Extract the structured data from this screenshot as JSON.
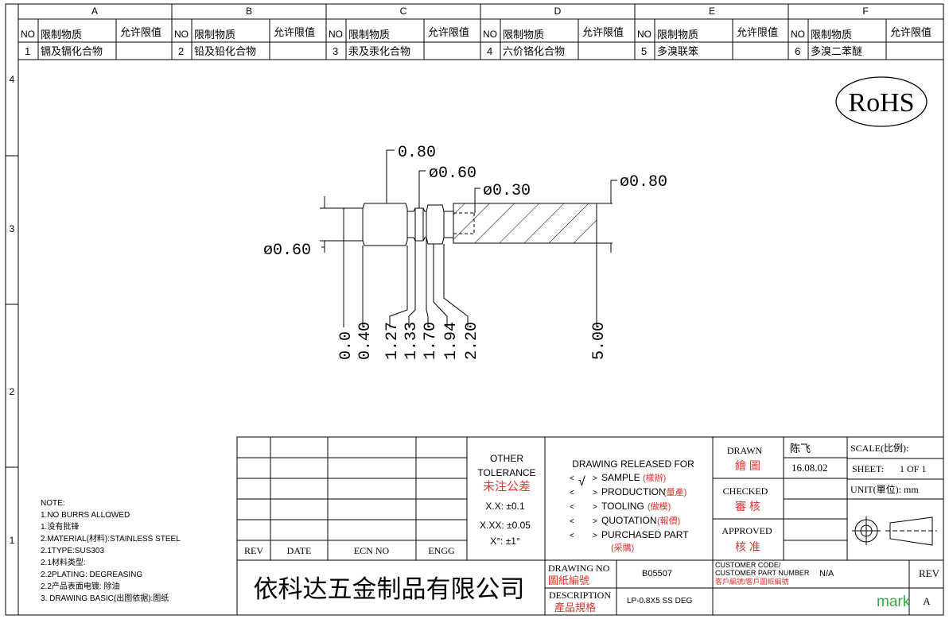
{
  "zones": {
    "columns": [
      "A",
      "B",
      "C",
      "D",
      "E",
      "F"
    ],
    "rows": [
      "4",
      "3",
      "2",
      "1"
    ]
  },
  "restricted_table": {
    "headers": {
      "no": "NO",
      "substance": "限制物质",
      "limit": "允许限值"
    },
    "items": [
      {
        "no": "1",
        "substance": "镉及镉化合物"
      },
      {
        "no": "2",
        "substance": "铅及铅化合物"
      },
      {
        "no": "3",
        "substance": "汞及汞化合物"
      },
      {
        "no": "4",
        "substance": "六价铬化合物"
      },
      {
        "no": "5",
        "substance": "多溴联笨"
      },
      {
        "no": "6",
        "substance": "多溴二苯醚"
      }
    ]
  },
  "rohs_mark": "RoHS",
  "dimensions": {
    "head_length": "0.80",
    "neck_dia": "ø0.60",
    "groove_dia": "ø0.30",
    "body_dia": "ø0.80",
    "tip_dia": "ø0.60",
    "ordinates": [
      "0.0",
      "0.40",
      "1.27",
      "1.33",
      "1.70",
      "1.94",
      "2.20",
      "5.00"
    ]
  },
  "notes": {
    "title": "NOTE:",
    "lines": [
      "1.NO BURRS ALLOWED",
      "1.没有批锋",
      "2.MATERIAL(材料):STAINLESS STEEL",
      "2.1TYPE:SUS303",
      "2.1材料类型:",
      "2.2PLATING: DEGREASING",
      "2.2产品表面电镀: 除油",
      "3. DRAWING BASIC(出图依据):图纸"
    ]
  },
  "revision_table": {
    "rev": "REV",
    "date": "DATE",
    "ecn": "ECN NO",
    "engg": "ENGG"
  },
  "tolerance": {
    "title1": "OTHER",
    "title2": "TOLERANCE",
    "title_cn": "未注公差",
    "xx": "X.X: ±0.1",
    "xxx": "X.XX: ±0.05",
    "angle": "X°: ±1°"
  },
  "release": {
    "title": "DRAWING RELEASED FOR",
    "check": "√",
    "items": [
      {
        "en": "SAMPLE",
        "cn": "(樣辦)"
      },
      {
        "en": "PRODUCTION",
        "cn": "(量產)"
      },
      {
        "en": "TOOLING",
        "cn": "(做模)"
      },
      {
        "en": "QUOTATION",
        "cn": "(報價)"
      },
      {
        "en": "PURCHASED PART",
        "cn": "(采購)"
      }
    ]
  },
  "approvals": {
    "drawn": "DRAWN",
    "drawn_cn": "繪 圖",
    "drawn_by": "陈飞",
    "date": "16.08.02",
    "checked": "CHECKED",
    "checked_cn": "審 核",
    "approved": "APPROVED",
    "approved_cn": "核 准"
  },
  "scale_block": {
    "scale": "SCALE(比例):",
    "sheet_label": "SHEET:",
    "sheet_value": "1 OF 1",
    "unit": "UNIT(單位): mm"
  },
  "title_block": {
    "company": "依科达五金制品有限公司",
    "drawing_no_label": "DRAWING NO",
    "drawing_no_cn": "圖紙編號",
    "drawing_no": "B05507",
    "customer_label1": "CUSTOMER CODE/",
    "customer_label2": "CUSTOMER PART NUMBER",
    "customer_label_cn": "客戶編號/客戶圖紙編號",
    "customer_value": "N/A",
    "rev_label": "REV",
    "rev_value": "A",
    "description_label": "DESCRIPTION",
    "description_cn": "產品規格",
    "description": "LP-0.8X5 SS DEG"
  },
  "watermark": "mark",
  "colors": {
    "red": "#e0342f",
    "green": "#3aa84a",
    "line": "#000000"
  }
}
